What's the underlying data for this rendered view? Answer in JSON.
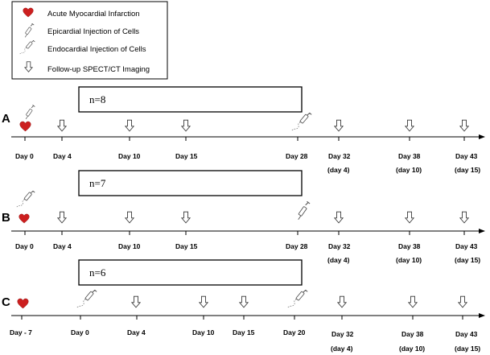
{
  "legend": {
    "items": [
      {
        "icon": "heart-icon",
        "label": "Acute Myocardial Infarction"
      },
      {
        "icon": "syringe-icon",
        "label": "Epicardial Injection of Cells"
      },
      {
        "icon": "catheter-icon",
        "label": "Endocardial Injection of Cells"
      },
      {
        "icon": "down-arrow-icon",
        "label": "Follow-up SPECT/CT Imaging"
      }
    ]
  },
  "panels": [
    {
      "label": "A",
      "n_label": "n=8",
      "start_event": "heart-and-syringe",
      "ticks": [
        {
          "label": "Day 0",
          "sub": "",
          "event": "infarction+epicardial"
        },
        {
          "label": "Day 4",
          "sub": "",
          "event": "imaging"
        },
        {
          "label": "Day 10",
          "sub": "",
          "event": "imaging"
        },
        {
          "label": "Day 15",
          "sub": "",
          "event": "imaging"
        },
        {
          "label": "Day 28",
          "sub": "",
          "event": "endocardial"
        },
        {
          "label": "Day 32",
          "sub": "(day 4)",
          "event": "imaging"
        },
        {
          "label": "Day 38",
          "sub": "(day 10)",
          "event": "imaging"
        },
        {
          "label": "Day 43",
          "sub": "(day 15)",
          "event": "imaging"
        }
      ]
    },
    {
      "label": "B",
      "n_label": "n=7",
      "ticks": [
        {
          "label": "Day 0",
          "sub": "",
          "event": "infarction+endocardial"
        },
        {
          "label": "Day 4",
          "sub": "",
          "event": "imaging"
        },
        {
          "label": "Day 10",
          "sub": "",
          "event": "imaging"
        },
        {
          "label": "Day 15",
          "sub": "",
          "event": "imaging"
        },
        {
          "label": "Day 28",
          "sub": "",
          "event": "epicardial"
        },
        {
          "label": "Day 32",
          "sub": "(day 4)",
          "event": "imaging"
        },
        {
          "label": "Day 38",
          "sub": "(day 10)",
          "event": "imaging"
        },
        {
          "label": "Day 43",
          "sub": "(day 15)",
          "event": "imaging"
        }
      ]
    },
    {
      "label": "C",
      "n_label": "n=6",
      "ticks": [
        {
          "label": "Day - 7",
          "sub": "",
          "event": "infarction"
        },
        {
          "label": "Day 0",
          "sub": "",
          "event": "endocardial"
        },
        {
          "label": "Day 4",
          "sub": "",
          "event": "imaging"
        },
        {
          "label": "Day 10",
          "sub": "",
          "event": "imaging"
        },
        {
          "label": "Day 15",
          "sub": "",
          "event": "imaging"
        },
        {
          "label": "Day 20",
          "sub": "",
          "event": "endocardial"
        },
        {
          "label": "Day 32",
          "sub": "(day 4)",
          "event": "imaging"
        },
        {
          "label": "Day 38",
          "sub": "(day 10)",
          "event": "imaging"
        },
        {
          "label": "Day 43",
          "sub": "(day 15)",
          "event": "imaging"
        }
      ]
    }
  ],
  "colors": {
    "heart": "#cc1f1f",
    "line": "#000000",
    "icon_stroke": "#555555"
  }
}
